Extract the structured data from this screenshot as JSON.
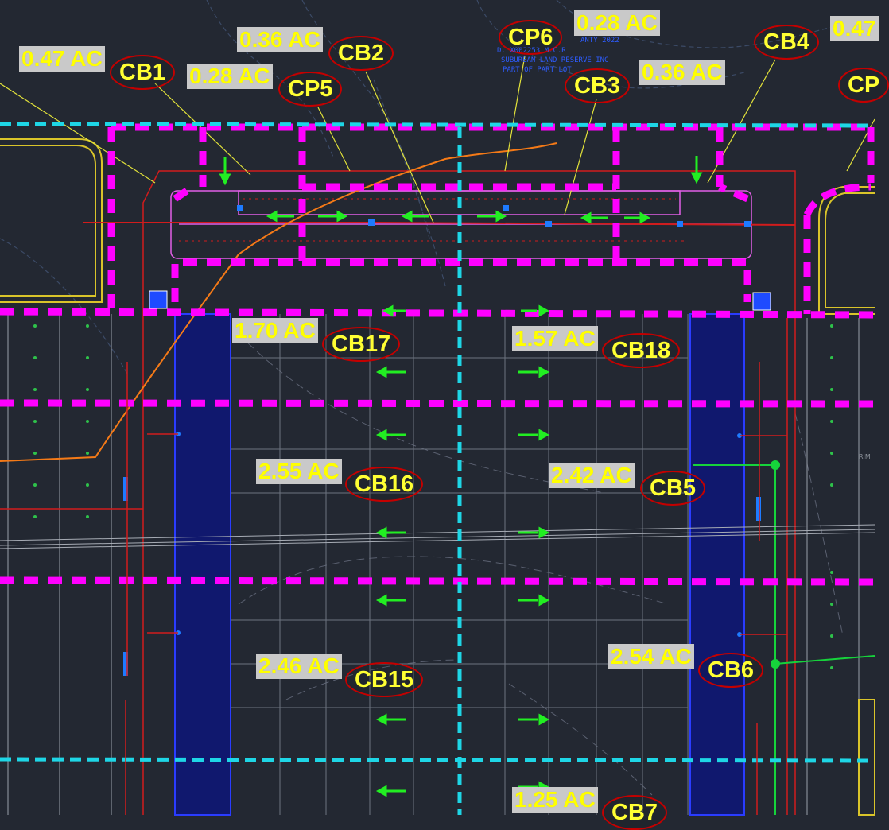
{
  "drawing": {
    "labels": [
      {
        "id": "cb1",
        "text": "CB1",
        "area": "0.28 AC"
      },
      {
        "id": "cb2",
        "text": "CB2",
        "area": "0.36 AC"
      },
      {
        "id": "cb3",
        "text": "CB3",
        "area": "0.36 AC"
      },
      {
        "id": "cb4",
        "text": "CB4",
        "area": "0.47"
      },
      {
        "id": "cp5",
        "text": "CP5"
      },
      {
        "id": "cp6",
        "text": "CP6",
        "area": "0.28 AC"
      },
      {
        "id": "cp-edge",
        "text": "CP"
      },
      {
        "id": "left-edge",
        "area": "0.47 AC"
      },
      {
        "id": "cb17",
        "text": "CB17",
        "area": "1.70 AC"
      },
      {
        "id": "cb18",
        "text": "CB18",
        "area": "1.57 AC"
      },
      {
        "id": "cb16",
        "text": "CB16",
        "area": "2.55 AC"
      },
      {
        "id": "cb5",
        "text": "CB5",
        "area": "2.42 AC"
      },
      {
        "id": "cb15",
        "text": "CB15",
        "area": "2.46 AC"
      },
      {
        "id": "cb6",
        "text": "CB6",
        "area": "2.54 AC"
      },
      {
        "id": "cb7",
        "text": "CB7",
        "area": "1.25 AC"
      }
    ],
    "owner_note": [
      "ANTY 2022",
      "D.  X002253 M.C.R",
      "SUBURBAN LAND RESERVE INC",
      "PART OF PART LOT"
    ],
    "rim_text": "RIM",
    "colors": {
      "background": "#232832",
      "basin_boundary": "#ff00ff",
      "grid_line": "#1ed6e6",
      "label_fill": "#ffff00",
      "tag_ring": "#c40000",
      "flow_arrow": "#22ee22",
      "building": "#1d2bd1"
    }
  }
}
